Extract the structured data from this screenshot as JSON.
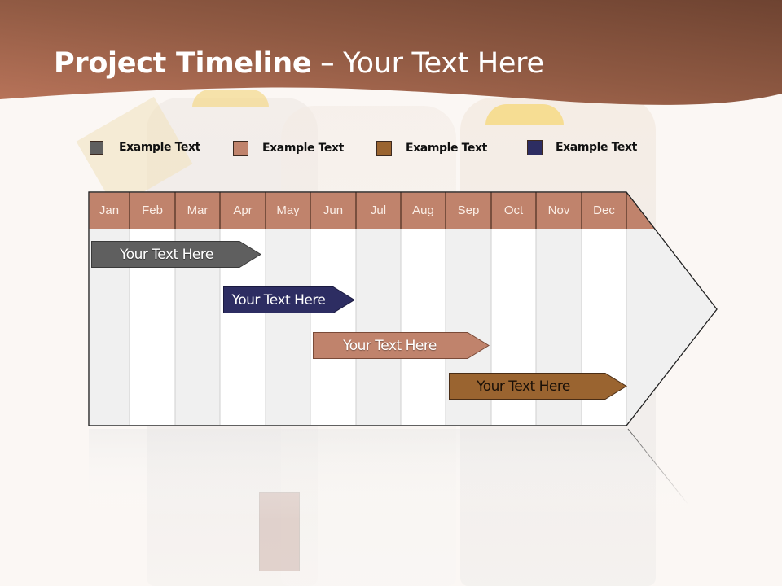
{
  "slide": {
    "title_bold": "Project Timeline",
    "title_rest": " – Your Text Here",
    "colors": {
      "header_dark": "#6e4331",
      "header_light": "#b9745a",
      "month_header": "#c0836c",
      "grid_odd": "#f0f0f0",
      "grid_even": "#ffffff"
    }
  },
  "legend": [
    {
      "label": "Example Text",
      "color": "#5f5f5f"
    },
    {
      "label": "Example Text",
      "color": "#c0836c"
    },
    {
      "label": "Example Text",
      "color": "#9a6430"
    },
    {
      "label": "Example Text",
      "color": "#2d2d62"
    }
  ],
  "timeline": {
    "months": [
      "Jan",
      "Feb",
      "Mar",
      "Apr",
      "May",
      "Jun",
      "Jul",
      "Aug",
      "Sep",
      "Oct",
      "Nov",
      "Dec"
    ],
    "tasks": [
      {
        "label": "Your  Text Here",
        "color": "#5f5f5f",
        "text_color": "#ffffff",
        "start": "Jan",
        "end": "Apr"
      },
      {
        "label": "Your  Text Here",
        "color": "#2d2d62",
        "text_color": "#ffffff",
        "start": "Apr",
        "end": "Jun"
      },
      {
        "label": "Your  Text Here",
        "color": "#c0836c",
        "text_color": "#ffffff",
        "start": "Jun",
        "end": "Sep"
      },
      {
        "label": "Your  Text Here",
        "color": "#9a6430",
        "text_color": "#1a1008",
        "start": "Sep",
        "end": "Dec"
      }
    ]
  }
}
